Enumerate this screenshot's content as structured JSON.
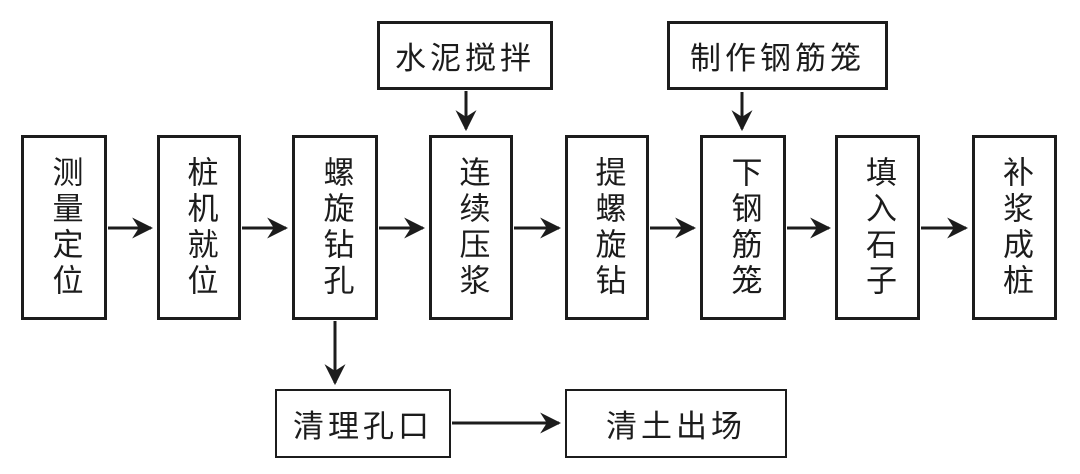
{
  "diagram": {
    "type": "flowchart",
    "colors": {
      "background": "#ffffff",
      "line": "#1c1c1c",
      "text": "#1c1c1c",
      "box_fill": "#ffffff"
    },
    "nodes": {
      "main": [
        {
          "label": "测量定位"
        },
        {
          "label": "桩机就位"
        },
        {
          "label": "螺旋钻孔"
        },
        {
          "label": "连续压浆"
        },
        {
          "label": "提螺旋钻"
        },
        {
          "label": "下钢筋笼"
        },
        {
          "label": "填入石子"
        },
        {
          "label": "补浆成桩"
        }
      ],
      "top": [
        {
          "label": "水泥搅拌"
        },
        {
          "label": "制作钢筋笼"
        }
      ],
      "bottom": [
        {
          "label": "清理孔口"
        },
        {
          "label": "清土出场"
        }
      ]
    },
    "edges": [
      {
        "from": "测量定位",
        "to": "桩机就位"
      },
      {
        "from": "桩机就位",
        "to": "螺旋钻孔"
      },
      {
        "from": "螺旋钻孔",
        "to": "连续压浆"
      },
      {
        "from": "连续压浆",
        "to": "提螺旋钻"
      },
      {
        "from": "提螺旋钻",
        "to": "下钢筋笼"
      },
      {
        "from": "下钢筋笼",
        "to": "填入石子"
      },
      {
        "from": "填入石子",
        "to": "补浆成桩"
      },
      {
        "from": "水泥搅拌",
        "to": "连续压浆"
      },
      {
        "from": "制作钢筋笼",
        "to": "下钢筋笼"
      },
      {
        "from": "螺旋钻孔",
        "to": "清理孔口"
      },
      {
        "from": "清理孔口",
        "to": "清土出场"
      }
    ]
  }
}
